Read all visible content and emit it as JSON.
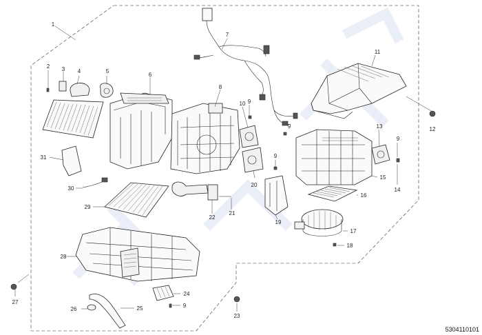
{
  "document": {
    "part_number": "5304110101"
  },
  "callouts": [
    "1",
    "2",
    "3",
    "4",
    "5",
    "6",
    "7",
    "8",
    "9",
    "10",
    "11",
    "12",
    "13",
    "9",
    "14",
    "15",
    "16",
    "17",
    "18",
    "19",
    "20",
    "9",
    "21",
    "22",
    "23",
    "24",
    "9",
    "25",
    "26",
    "27",
    "28",
    "29",
    "30",
    "31",
    "9",
    "9"
  ],
  "colors": {
    "line": "#222222",
    "watermark": "#dde3f3"
  }
}
